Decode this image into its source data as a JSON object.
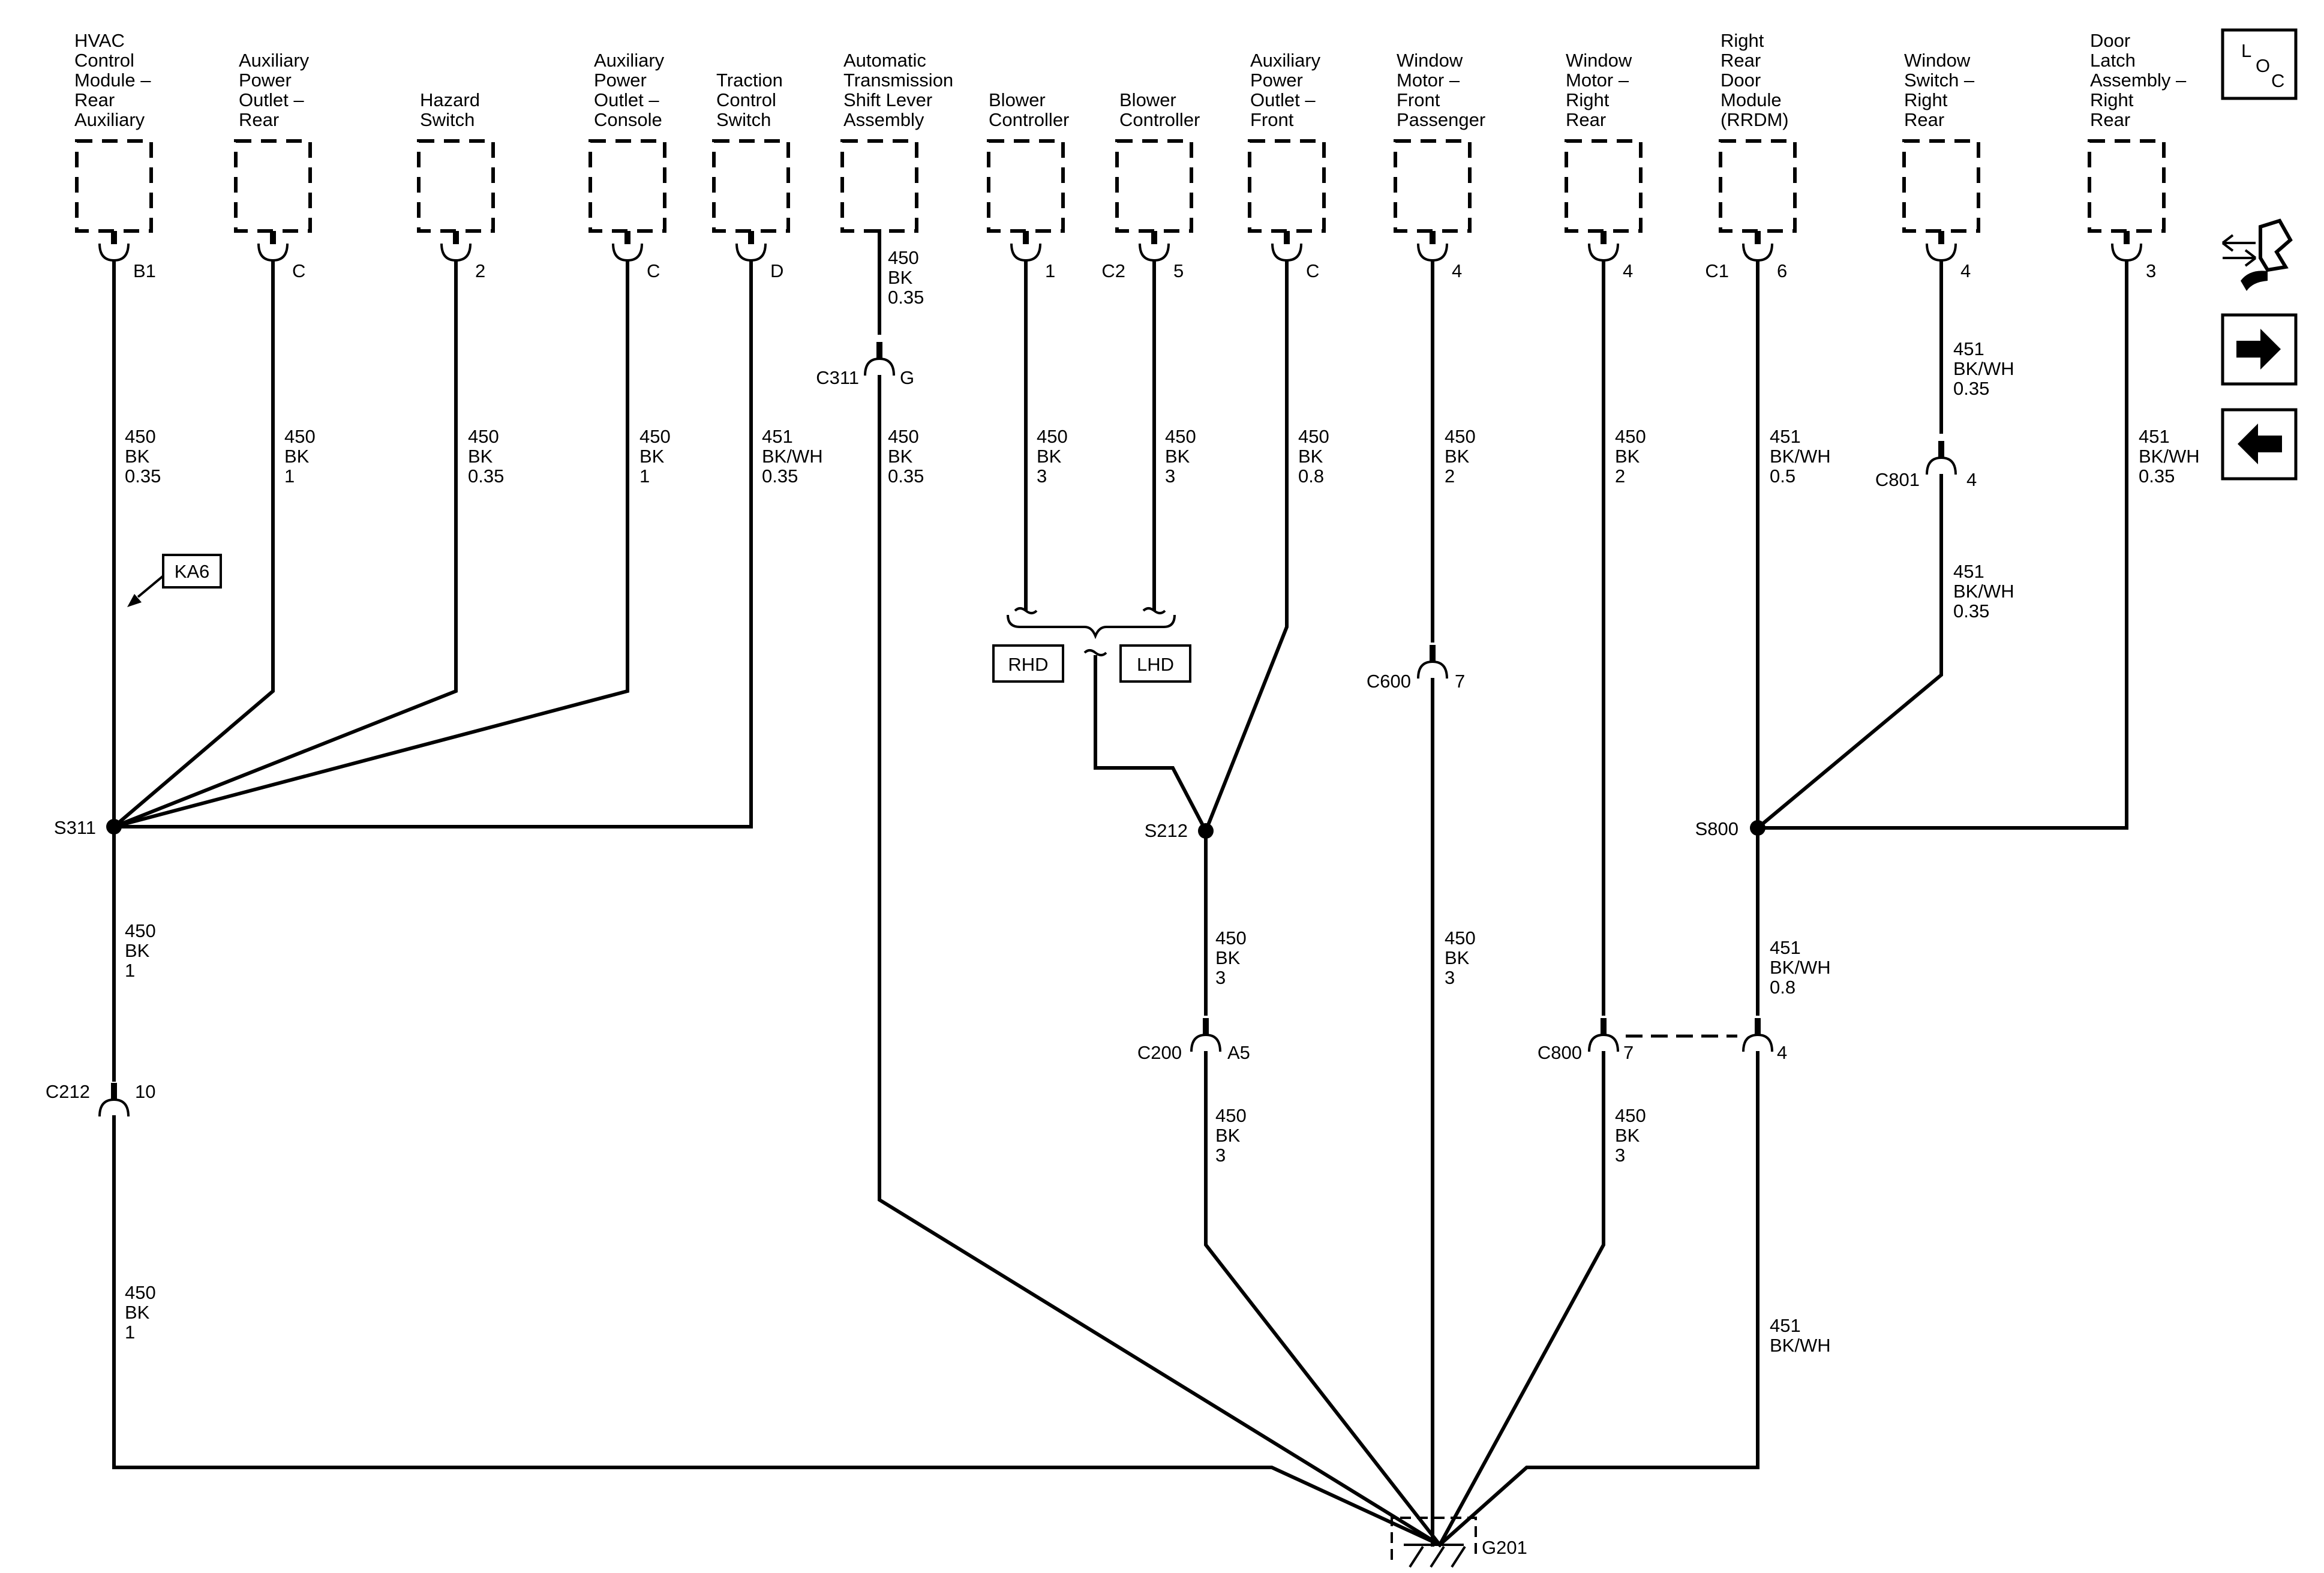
{
  "components": [
    {
      "name": "HVAC Control Module – Rear Auxiliary",
      "lines": [
        "HVAC",
        "Control",
        "Module –",
        "Rear",
        "Auxiliary"
      ],
      "pin": "B1"
    },
    {
      "name": "Auxiliary Power Outlet – Rear",
      "lines": [
        "Auxiliary",
        "Power",
        "Outlet –",
        "Rear"
      ],
      "pin": "C"
    },
    {
      "name": "Hazard Switch",
      "lines": [
        "Hazard",
        "Switch"
      ],
      "pin": "2"
    },
    {
      "name": "Auxiliary Power Outlet – Console",
      "lines": [
        "Auxiliary",
        "Power",
        "Outlet –",
        "Console"
      ],
      "pin": "C"
    },
    {
      "name": "Traction Control Switch",
      "lines": [
        "Traction",
        "Control",
        "Switch"
      ],
      "pin": "D"
    },
    {
      "name": "Automatic Transmission Shift Lever Assembly",
      "lines": [
        "Automatic",
        "Transmission",
        "Shift Lever",
        "Assembly"
      ],
      "pin": ""
    },
    {
      "name": "Blower Controller",
      "lines": [
        "Blower",
        "Controller"
      ],
      "pin": "1"
    },
    {
      "name": "Blower Controller",
      "lines": [
        "Blower",
        "Controller"
      ],
      "pin": "5",
      "connector": "C2"
    },
    {
      "name": "Auxiliary Power Outlet – Front",
      "lines": [
        "Auxiliary",
        "Power",
        "Outlet –",
        "Front"
      ],
      "pin": "C"
    },
    {
      "name": "Window Motor – Front Passenger",
      "lines": [
        "Window",
        "Motor –",
        "Front",
        "Passenger"
      ],
      "pin": "4"
    },
    {
      "name": "Window Motor – Right Rear",
      "lines": [
        "Window",
        "Motor –",
        "Right",
        "Rear"
      ],
      "pin": "4"
    },
    {
      "name": "Right Rear Door Module (RRDM)",
      "lines": [
        "Right",
        "Rear",
        "Door",
        "Module",
        "(RRDM)"
      ],
      "pin": "6",
      "connector": "C1"
    },
    {
      "name": "Window Switch – Right Rear",
      "lines": [
        "Window",
        "Switch –",
        "Right",
        "Rear"
      ],
      "pin": "4"
    },
    {
      "name": "Door Latch Assembly – Right Rear",
      "lines": [
        "Door",
        "Latch",
        "Assembly –",
        "Right",
        "Rear"
      ],
      "pin": "3"
    }
  ],
  "wire_labels": [
    [
      "450",
      "BK",
      "0.35"
    ],
    [
      "450",
      "BK",
      "1"
    ],
    [
      "450",
      "BK",
      "0.35"
    ],
    [
      "450",
      "BK",
      "1"
    ],
    [
      "451",
      "BK/WH",
      "0.35"
    ],
    [
      "450",
      "BK",
      "0.35"
    ],
    [
      "450",
      "BK",
      "0.35"
    ],
    [
      "450",
      "BK",
      "3"
    ],
    [
      "450",
      "BK",
      "3"
    ],
    [
      "450",
      "BK",
      "0.8"
    ],
    [
      "450",
      "BK",
      "2"
    ],
    [
      "450",
      "BK",
      "2"
    ],
    [
      "451",
      "BK/WH",
      "0.5"
    ],
    [
      "451",
      "BK/WH",
      "0.35"
    ],
    [
      "451",
      "BK/WH",
      "0.35"
    ],
    [
      "451",
      "BK/WH",
      "0.35"
    ],
    [
      "450",
      "BK",
      "1"
    ],
    [
      "450",
      "BK",
      "1"
    ],
    [
      "450",
      "BK",
      "3"
    ],
    [
      "450",
      "BK",
      "3"
    ],
    [
      "450",
      "BK",
      "3"
    ],
    [
      "451",
      "BK/WH",
      "0.8"
    ],
    [
      "450",
      "BK",
      "3"
    ],
    [
      "451",
      "BK/WH"
    ]
  ],
  "connectors": [
    {
      "id": "C311",
      "pin": "G"
    },
    {
      "id": "C801",
      "pin": "4"
    },
    {
      "id": "C600",
      "pin": "7"
    },
    {
      "id": "C212",
      "pin": "10"
    },
    {
      "id": "C200",
      "pin": "A5"
    },
    {
      "id": "C800",
      "pin": "7"
    },
    {
      "id": "C800-right",
      "pin": "4"
    }
  ],
  "splices": [
    "S311",
    "S212",
    "S800"
  ],
  "ground": "G201",
  "options": {
    "rhd": "RHD",
    "lhd": "LHD",
    "ka6": "KA6"
  },
  "nav": {
    "loc_letters": [
      "L",
      "O",
      "C"
    ],
    "icons": [
      "loc-icon",
      "harness-routing-icon",
      "next-arrow-icon",
      "previous-arrow-icon"
    ]
  }
}
